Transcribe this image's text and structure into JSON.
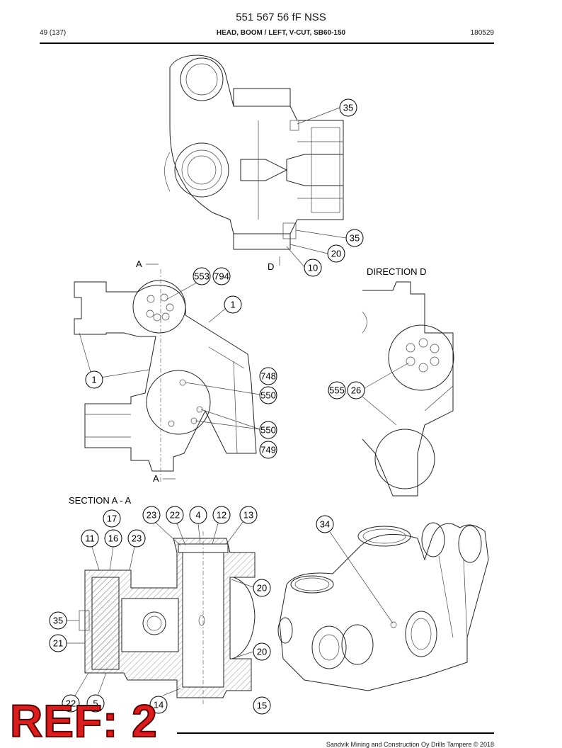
{
  "header": {
    "doc_number": "551 567 56 fF NSS",
    "page": "49 (137)",
    "heading": "HEAD, BOOM / LEFT, V-CUT, SB60-150",
    "date": "180529"
  },
  "labels": {
    "section_marker_a": "A",
    "direction_d_marker": "D",
    "direction_d_title": "DIRECTION D",
    "section_title": "SECTION A - A"
  },
  "callouts": {
    "top_view": [
      "35",
      "35",
      "20",
      "10"
    ],
    "side_view": [
      "553",
      "794",
      "1",
      "1",
      "748",
      "550",
      "550",
      "749"
    ],
    "direction_d": [
      "555",
      "26"
    ],
    "section": [
      "17",
      "23",
      "22",
      "4",
      "12",
      "13",
      "11",
      "16",
      "23",
      "34",
      "20",
      "35",
      "21",
      "20",
      "22",
      "5",
      "14",
      "15"
    ]
  },
  "stamp": "REF: 2",
  "footer": "Sandvik Mining and Construction Oy Drills Tampere © 2018"
}
